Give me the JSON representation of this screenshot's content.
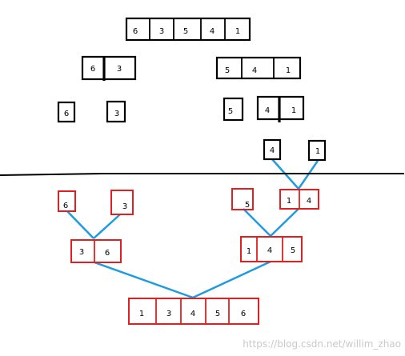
{
  "colors": {
    "split": "#000000",
    "merge": "#e02020",
    "connector": "#1f9be0",
    "divider": "#000000",
    "watermark": "#c9c9c9"
  },
  "split_phase": {
    "level0": [
      "6",
      "3",
      "5",
      "4",
      "1"
    ],
    "level1": [
      [
        "6",
        "3"
      ],
      [
        "5",
        "4",
        "1"
      ]
    ],
    "level2": [
      [
        "6"
      ],
      [
        "3"
      ],
      [
        "5"
      ],
      [
        "4",
        "1"
      ]
    ],
    "level3": [
      [
        "4"
      ],
      [
        "1"
      ]
    ]
  },
  "merge_phase": {
    "level0": [
      [
        "6"
      ],
      [
        "3"
      ],
      [
        "5"
      ],
      [
        "1",
        "4"
      ]
    ],
    "level1": [
      [
        "3",
        "6"
      ],
      [
        "1",
        "4",
        "5"
      ]
    ],
    "level2": [
      [
        "1",
        "3",
        "4",
        "5",
        "6"
      ]
    ]
  },
  "watermark": "https://blog.csdn.net/willim_zhao"
}
